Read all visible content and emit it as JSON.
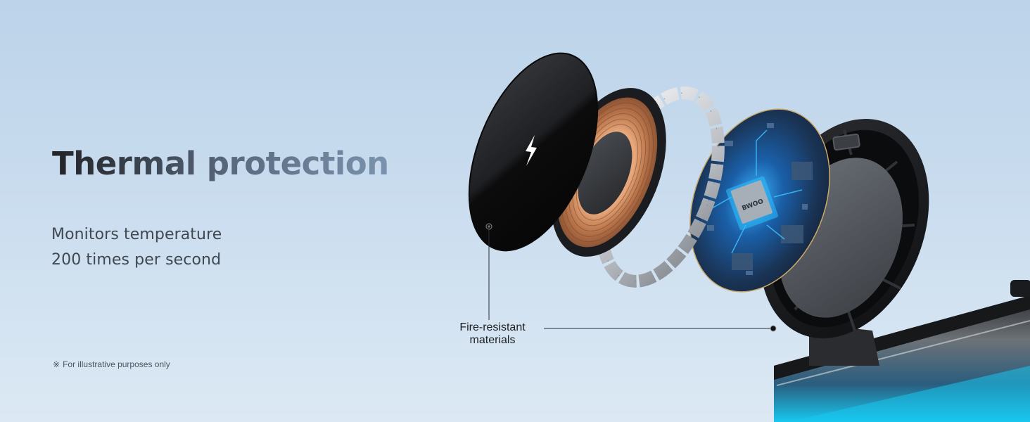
{
  "banner": {
    "title": "Thermal protection",
    "subtitle_lines": [
      "Monitors temperature",
      "200 times per second"
    ],
    "footnote_mark": "※",
    "footnote": "For illustrative purposes only",
    "callout": {
      "label_lines": [
        "Fire-resistant",
        "materials"
      ]
    },
    "chip_brand": "BWOO",
    "colors": {
      "background_top": "#bcd3e9",
      "background_bottom": "#dce9f4",
      "title_dark": "#222326",
      "title_light": "#7b93ae",
      "body_text": "#404852",
      "copper": "#c98a5c",
      "pcb_glow": "#2ea8ff",
      "accent_cyan": "#18c8f0"
    }
  },
  "illustration": {
    "components": [
      "glass-cover",
      "copper-coil",
      "magnet-ring",
      "circuit-board",
      "housing",
      "base"
    ],
    "icon": "lightning-bolt-icon"
  }
}
